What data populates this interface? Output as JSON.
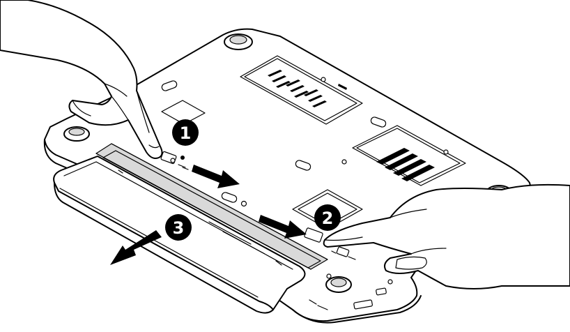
{
  "steps": [
    {
      "label": "1"
    },
    {
      "label": "2"
    },
    {
      "label": "3"
    }
  ],
  "colors": {
    "ink": "#000000",
    "paper": "#ffffff",
    "bay_shade": "#d9d9d9"
  }
}
